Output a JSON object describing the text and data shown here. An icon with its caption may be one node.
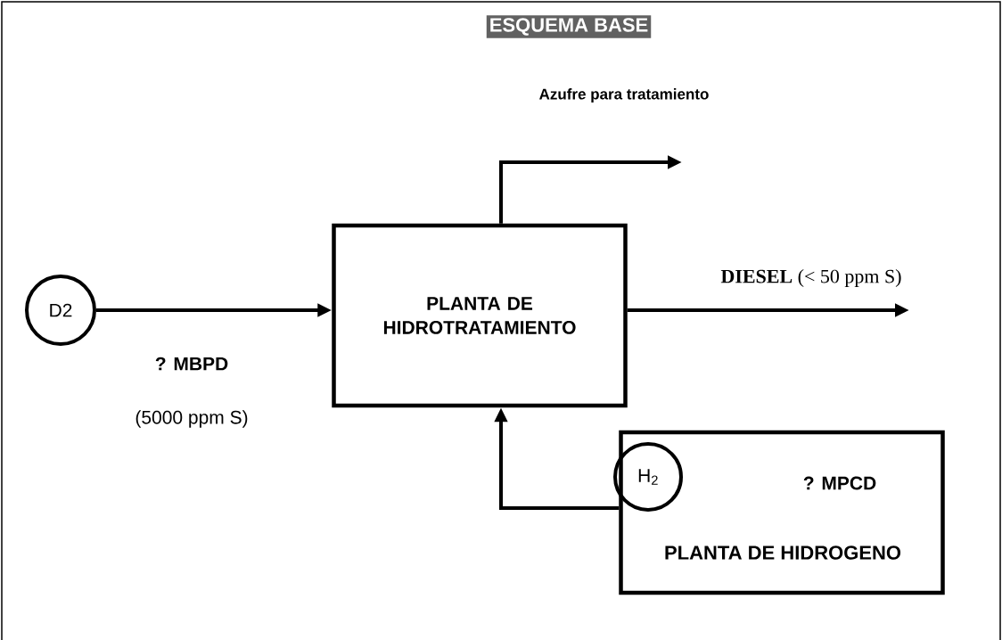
{
  "diagram": {
    "title": "ESQUEMA BASE",
    "nodes": [
      {
        "text": [
          "D2"
        ]
      },
      {
        "text": [
          "PLANTA DE HIDROTRATAMIENTO"
        ]
      },
      {
        "text": [
          "? MPCD",
          "PLANTA DE HIDROGENO"
        ]
      },
      {
        "text": [
          "H$_{2}$"
        ],
        "in": 2
      }
    ],
    "edges": [
      {
        "from": 0,
        "to": 1,
        "arrow": "to"
      },
      {
        "from": 1,
        "to": null,
        "arrow": "to",
        "label": "Azufre para tratamiento"
      },
      {
        "from": 1,
        "to": null,
        "arrow": "to",
        "label": "**DIESEL**  (< 50 ppm S)"
      },
      {
        "from": 2,
        "to": 1,
        "arrow": "to"
      }
    ],
    "labels": [
      "? MBPD",
      "(5000 ppm S)"
    ]
  }
}
